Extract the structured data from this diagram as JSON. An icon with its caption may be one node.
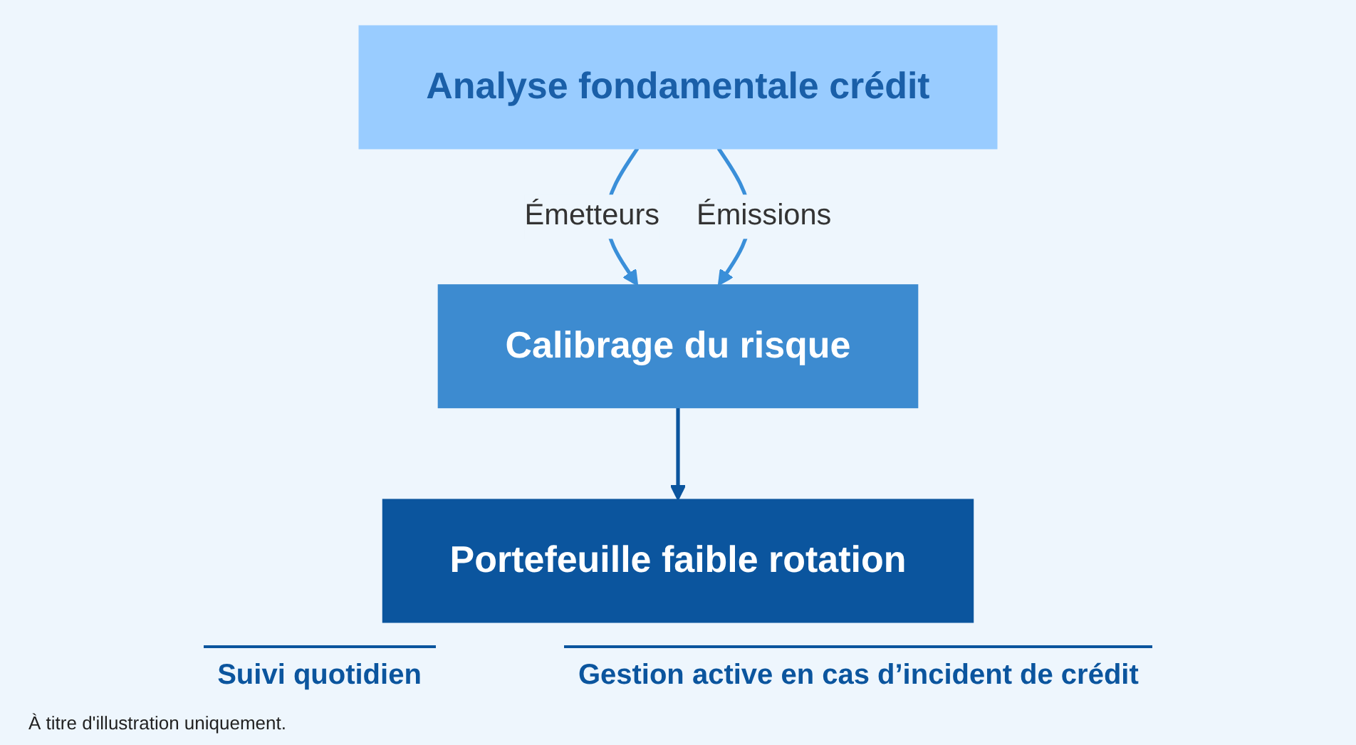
{
  "diagram": {
    "nodes": [
      {
        "text": [
          "Analyse fondamentale crédit"
        ]
      },
      {
        "text": [
          "Calibrage du risque"
        ]
      },
      {
        "text": [
          "Portefeuille faible rotation"
        ]
      }
    ],
    "edges": [
      {
        "from": 0,
        "to": 1,
        "arrow": "to",
        "label": "Émetteurs"
      },
      {
        "from": 0,
        "to": 1,
        "arrow": "to",
        "label": "Émissions"
      },
      {
        "from": 1,
        "to": 2,
        "arrow": "to",
        "color": "#0b559e"
      }
    ],
    "labels": [
      "Suivi quotidien",
      "Gestion active en cas d’incident de crédit",
      "À titre d'illustration uniquement."
    ]
  }
}
